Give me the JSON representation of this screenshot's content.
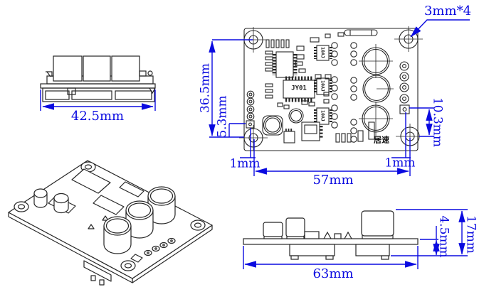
{
  "drawing": {
    "colors": {
      "dimension": "#0a0ae0",
      "linework": "#262626",
      "background": "#ffffff"
    },
    "views": {
      "front": {
        "width": "42.5mm"
      },
      "top": {
        "mounting_holes": "3mm*4",
        "height": "36.5mm",
        "pad_to_hole": "5.3mm",
        "pad_edge_left": "1mm",
        "hole_span": "57mm",
        "pad_edge_right": "1mm",
        "pad_column_span": "10.3mm",
        "main_ic_label": "JY01",
        "small_ic_label": "10AJ",
        "brand": "居速"
      },
      "side": {
        "width": "63mm",
        "board_with_connector_height": "4.5mm",
        "total_height": "17mm"
      }
    }
  }
}
